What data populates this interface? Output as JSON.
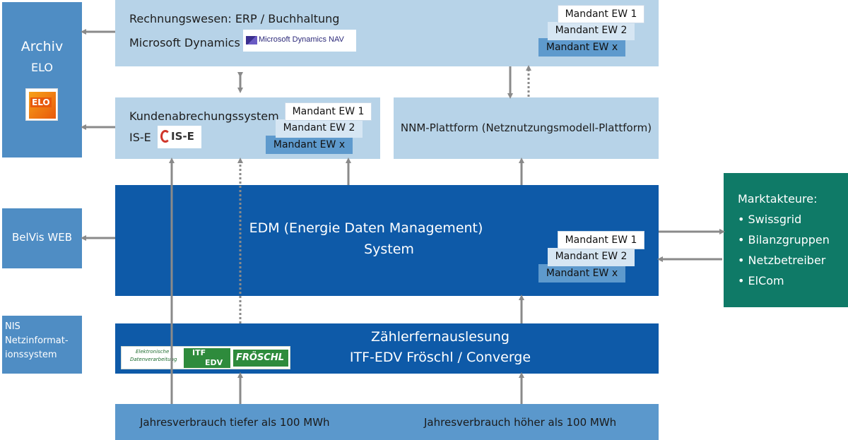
{
  "archiv": {
    "title": "Archiv",
    "subtitle": "ELO",
    "logo_text": "ELO"
  },
  "erp": {
    "line1": "Rechnungswesen: ERP / Buchhaltung",
    "line2": "Microsoft Dynamics",
    "logo_text": "Microsoft Dynamics NAV"
  },
  "mandants": {
    "m1": "Mandant EW 1",
    "m2": "Mandant EW 2",
    "mx": "Mandant EW x"
  },
  "kunden": {
    "line1": "Kundenabrechungssystem",
    "line2": "IS-E",
    "logo_text": "IS-E"
  },
  "nnm": {
    "label": "NNM-Plattform (Netznutzungsmodell-Plattform)"
  },
  "belvis": {
    "label": "BelVis WEB"
  },
  "edm": {
    "line1": "EDM (Energie Daten Management)",
    "line2": "System"
  },
  "markt": {
    "title": "Marktakteure:",
    "items": [
      "• Swissgrid",
      "• Bilanzgruppen",
      "• Netzbetreiber",
      "• ElCom"
    ]
  },
  "nis": {
    "line1": "NIS",
    "line2": "Netzinformat-",
    "line3": "ionssystem"
  },
  "zahler": {
    "line1": "Zählerfernauslesung",
    "line2": "ITF-EDV Fröschl / Converge",
    "logo_small1": "Elektronische",
    "logo_small2": "Datenverarbeitung",
    "logo_itf": "ITF",
    "logo_edv": "EDV",
    "logo_name": "FRÖSCHL"
  },
  "bottom": {
    "left": "Jahresverbrauch tiefer als 100 MWh",
    "right": "Jahresverbrauch höher als 100 MWh"
  }
}
